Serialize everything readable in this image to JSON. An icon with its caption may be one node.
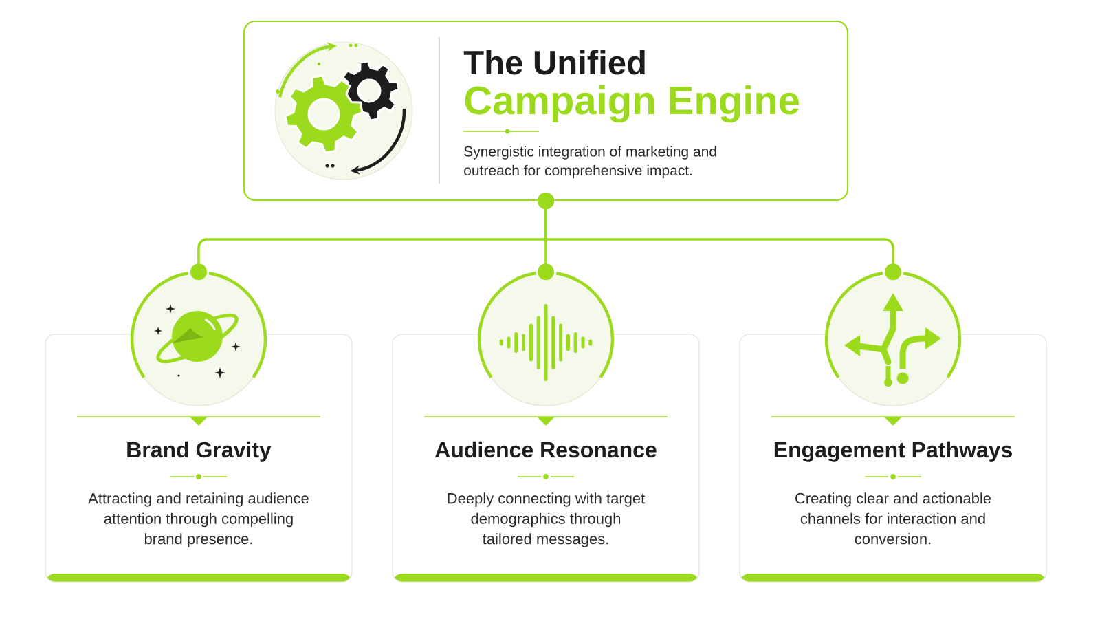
{
  "diagram": {
    "nodes": [
      {
        "text": [
          "The Unified",
          "Campaign Engine",
          "Synergistic integration of marketing and outreach for comprehensive impact."
        ]
      },
      {
        "text": [],
        "shape": "circle"
      },
      {
        "text": [
          "Brand Gravity",
          "Attracting and retaining audience attention through compelling brand presence."
        ]
      },
      {
        "text": [],
        "shape": "circle"
      },
      {
        "text": [
          "Audience Resonance",
          "Deeply connecting with target demographics through tailored messages."
        ]
      },
      {
        "text": [],
        "shape": "circle"
      },
      {
        "text": [
          "Engagement Pathways",
          "Creating clear and actionable channels for interaction and conversion."
        ]
      }
    ],
    "edges": [
      {
        "from": 0,
        "to": 1,
        "arrow": "other"
      },
      {
        "from": 0,
        "to": 3,
        "arrow": "other"
      },
      {
        "from": 0,
        "to": 5,
        "arrow": "other"
      }
    ]
  }
}
